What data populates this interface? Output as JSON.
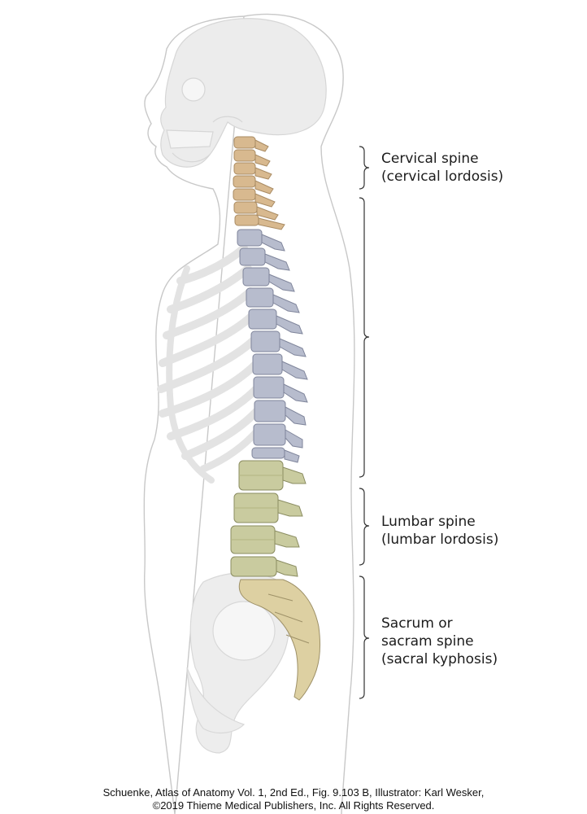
{
  "labels": {
    "cervical": {
      "line1": "Cervical spine",
      "line2": "(cervical lordosis)"
    },
    "lumbar": {
      "line1": "Lumbar spine",
      "line2": "(lumbar lordosis)"
    },
    "sacrum": {
      "line1": "Sacrum or",
      "line2": "sacram spine",
      "line3": "(sacral kyphosis)"
    }
  },
  "caption": {
    "line1": "Schuenke, Atlas of Anatomy Vol. 1, 2nd Ed., Fig. 9.103 B, Illustrator: Karl Wesker,",
    "line2": "©2019 Thieme Medical Publishers, Inc. All Rights Reserved."
  },
  "colors": {
    "cervical": "#d8b98f",
    "thoracic": "#b7bccd",
    "lumbar": "#c9cb9f",
    "sacrum": "#ddd0a2",
    "skeleton_ghost": "#e2e2e2",
    "outline": "#c8c8c8",
    "bracket": "#333333"
  }
}
